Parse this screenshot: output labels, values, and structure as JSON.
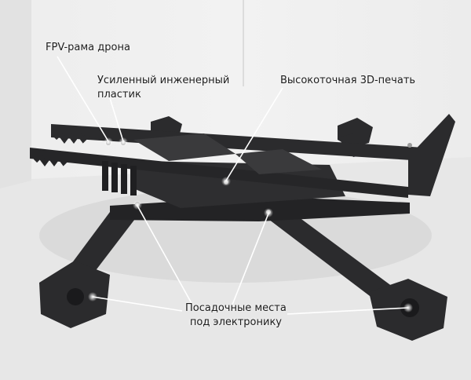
{
  "callouts": {
    "fpv_frame": "FPV-рама дрона",
    "plastic_line1": "Усиленный инженерный",
    "plastic_line2": "пластик",
    "printing": "Высокоточная 3D-печать",
    "mounts_line1": "Посадочные места",
    "mounts_line2": "под электронику"
  },
  "colors": {
    "frame": "#2b2b2d",
    "frame_shadow": "#1a1a1c",
    "leader_line": "#ffffff"
  }
}
